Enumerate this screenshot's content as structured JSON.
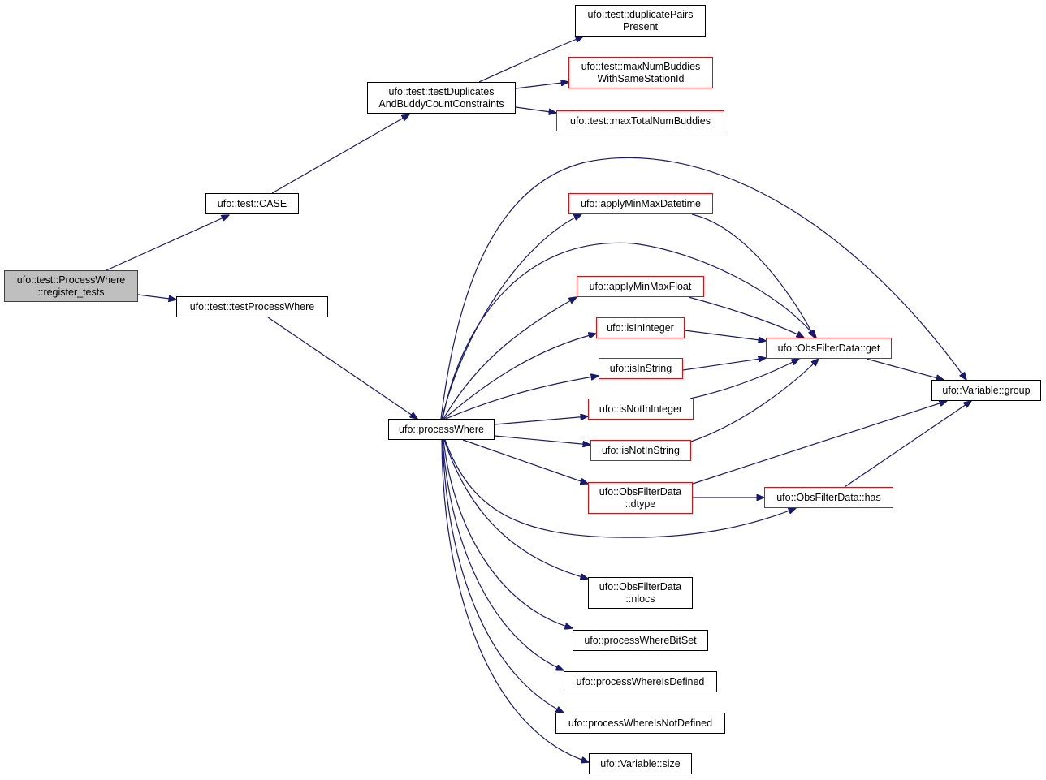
{
  "colors": {
    "edge": "#191970",
    "node_border": "#000000",
    "truncated_border": "#ff0000",
    "root_fill": "#bfbfbf"
  },
  "nodes": [
    {
      "id": "register_tests",
      "label": "ufo::test::ProcessWhere\n::register_tests",
      "style": "root"
    },
    {
      "id": "case",
      "label": "ufo::test::CASE",
      "style": "normal"
    },
    {
      "id": "testProcessWhere",
      "label": "ufo::test::testProcessWhere",
      "style": "normal"
    },
    {
      "id": "testDuplicates",
      "label": "ufo::test::testDuplicates\nAndBuddyCountConstraints",
      "style": "normal"
    },
    {
      "id": "duplicatePairs",
      "label": "ufo::test::duplicatePairs\nPresent",
      "style": "normal"
    },
    {
      "id": "maxNumBuddies",
      "label": "ufo::test::maxNumBuddies\nWithSameStationId",
      "style": "red"
    },
    {
      "id": "maxTotalNumBuddies",
      "label": "ufo::test::maxTotalNumBuddies",
      "style": "red"
    },
    {
      "id": "processWhere",
      "label": "ufo::processWhere",
      "style": "normal"
    },
    {
      "id": "applyMinMaxDatetime",
      "label": "ufo::applyMinMaxDatetime",
      "style": "red"
    },
    {
      "id": "applyMinMaxFloat",
      "label": "ufo::applyMinMaxFloat",
      "style": "red"
    },
    {
      "id": "isInInteger",
      "label": "ufo::isInInteger",
      "style": "red"
    },
    {
      "id": "isInString",
      "label": "ufo::isInString",
      "style": "red"
    },
    {
      "id": "isNotInInteger",
      "label": "ufo::isNotInInteger",
      "style": "red"
    },
    {
      "id": "isNotInString",
      "label": "ufo::isNotInString",
      "style": "red"
    },
    {
      "id": "dtype",
      "label": "ufo::ObsFilterData\n::dtype",
      "style": "red"
    },
    {
      "id": "nlocs",
      "label": "ufo::ObsFilterData\n::nlocs",
      "style": "normal"
    },
    {
      "id": "processWhereBitSet",
      "label": "ufo::processWhereBitSet",
      "style": "normal"
    },
    {
      "id": "processWhereIsDefined",
      "label": "ufo::processWhereIsDefined",
      "style": "normal"
    },
    {
      "id": "processWhereIsNotDefined",
      "label": "ufo::processWhereIsNotDefined",
      "style": "normal"
    },
    {
      "id": "variableSize",
      "label": "ufo::Variable::size",
      "style": "normal"
    },
    {
      "id": "obsGet",
      "label": "ufo::ObsFilterData::get",
      "style": "red"
    },
    {
      "id": "obsHas",
      "label": "ufo::ObsFilterData::has",
      "style": "red"
    },
    {
      "id": "variableGroup",
      "label": "ufo::Variable::group",
      "style": "normal"
    }
  ],
  "edges": [
    [
      "register_tests",
      "case"
    ],
    [
      "register_tests",
      "testProcessWhere"
    ],
    [
      "case",
      "testDuplicates"
    ],
    [
      "testDuplicates",
      "duplicatePairs"
    ],
    [
      "testDuplicates",
      "maxNumBuddies"
    ],
    [
      "testDuplicates",
      "maxTotalNumBuddies"
    ],
    [
      "testProcessWhere",
      "processWhere"
    ],
    [
      "processWhere",
      "variableGroup"
    ],
    [
      "processWhere",
      "applyMinMaxDatetime"
    ],
    [
      "processWhere",
      "obsGet"
    ],
    [
      "processWhere",
      "applyMinMaxFloat"
    ],
    [
      "processWhere",
      "isInInteger"
    ],
    [
      "processWhere",
      "isInString"
    ],
    [
      "processWhere",
      "isNotInInteger"
    ],
    [
      "processWhere",
      "isNotInString"
    ],
    [
      "processWhere",
      "dtype"
    ],
    [
      "processWhere",
      "obsHas"
    ],
    [
      "processWhere",
      "nlocs"
    ],
    [
      "processWhere",
      "processWhereBitSet"
    ],
    [
      "processWhere",
      "processWhereIsDefined"
    ],
    [
      "processWhere",
      "processWhereIsNotDefined"
    ],
    [
      "processWhere",
      "variableSize"
    ],
    [
      "applyMinMaxDatetime",
      "obsGet"
    ],
    [
      "applyMinMaxFloat",
      "obsGet"
    ],
    [
      "isInInteger",
      "obsGet"
    ],
    [
      "isInString",
      "obsGet"
    ],
    [
      "isNotInInteger",
      "obsGet"
    ],
    [
      "isNotInString",
      "obsGet"
    ],
    [
      "obsGet",
      "variableGroup"
    ],
    [
      "dtype",
      "variableGroup"
    ],
    [
      "dtype",
      "obsHas"
    ],
    [
      "obsHas",
      "variableGroup"
    ]
  ]
}
